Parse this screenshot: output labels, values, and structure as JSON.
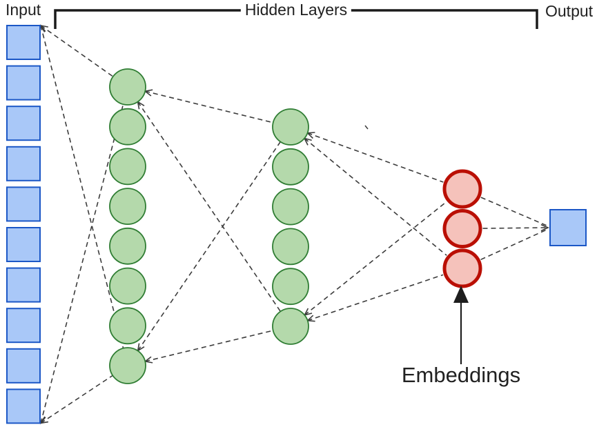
{
  "labels": {
    "input": "Input",
    "hidden": "Hidden Layers",
    "output": "Output",
    "embeddings": "Embeddings"
  },
  "network": {
    "layers": [
      {
        "id": "input",
        "name": "input-layer",
        "shape": "square",
        "count": 10,
        "fill": "#a9c8f8",
        "stroke": "#1b57c6"
      },
      {
        "id": "hidden1",
        "name": "hidden-layer-1",
        "shape": "circle",
        "count": 8,
        "fill": "#b4d9ab",
        "stroke": "#2f7d33"
      },
      {
        "id": "hidden2",
        "name": "hidden-layer-2",
        "shape": "circle",
        "count": 6,
        "fill": "#b4d9ab",
        "stroke": "#2f7d33"
      },
      {
        "id": "embeddings",
        "name": "embeddings-layer",
        "shape": "circle",
        "count": 3,
        "fill": "#f5c2bb",
        "stroke": "#ba0f04"
      },
      {
        "id": "output",
        "name": "output-layer",
        "shape": "square",
        "count": 1,
        "fill": "#a9c8f8",
        "stroke": "#1b57c6"
      }
    ],
    "edge_color": "#3b3b3b",
    "edge_dash": "7 5",
    "bracket_color": "#1a1a1a",
    "pointer_color": "#1e1e1e"
  }
}
